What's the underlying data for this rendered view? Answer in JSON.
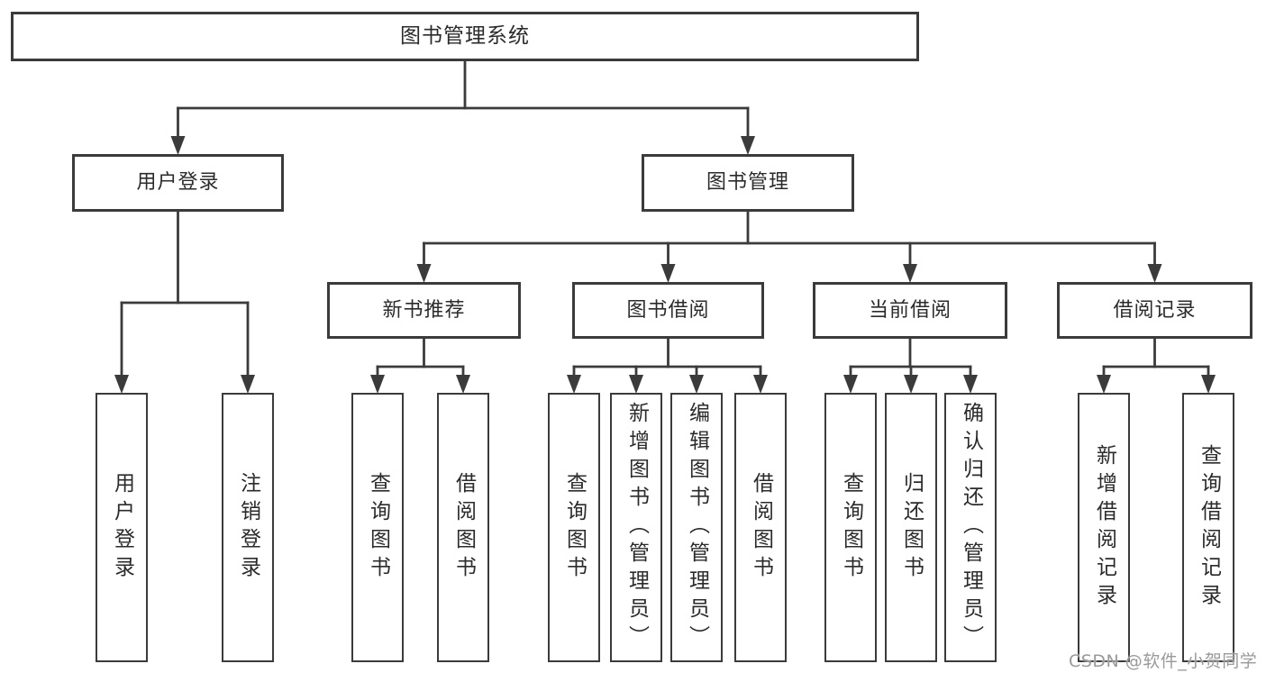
{
  "diagram": {
    "root": {
      "label": "图书管理系统"
    },
    "level2": [
      {
        "label": "用户登录"
      },
      {
        "label": "图书管理"
      }
    ],
    "level3": [
      {
        "label": "新书推荐",
        "parent": "图书管理"
      },
      {
        "label": "图书借阅",
        "parent": "图书管理"
      },
      {
        "label": "当前借阅",
        "parent": "图书管理"
      },
      {
        "label": "借阅记录",
        "parent": "图书管理"
      }
    ],
    "leaves": [
      {
        "label": "用户登录",
        "parent": "用户登录"
      },
      {
        "label": "注销登录",
        "parent": "用户登录"
      },
      {
        "label": "查询图书",
        "parent": "新书推荐"
      },
      {
        "label": "借阅图书",
        "parent": "新书推荐"
      },
      {
        "label": "查询图书",
        "parent": "图书借阅"
      },
      {
        "label": "新增图书（管理员）",
        "parent": "图书借阅"
      },
      {
        "label": "编辑图书（管理员）",
        "parent": "图书借阅"
      },
      {
        "label": "借阅图书",
        "parent": "图书借阅"
      },
      {
        "label": "查询图书",
        "parent": "当前借阅"
      },
      {
        "label": "归还图书",
        "parent": "当前借阅"
      },
      {
        "label": "确认归还（管理员）",
        "parent": "当前借阅"
      },
      {
        "label": "新增借阅记录",
        "parent": "借阅记录"
      },
      {
        "label": "查询借阅记录",
        "parent": "借阅记录"
      }
    ],
    "watermark": "CSDN @软件_小贺同学",
    "colors": {
      "line": "#3b3b3b",
      "text": "#2b2b2b",
      "watermark": "#9a9a9a",
      "background": "#ffffff"
    }
  }
}
